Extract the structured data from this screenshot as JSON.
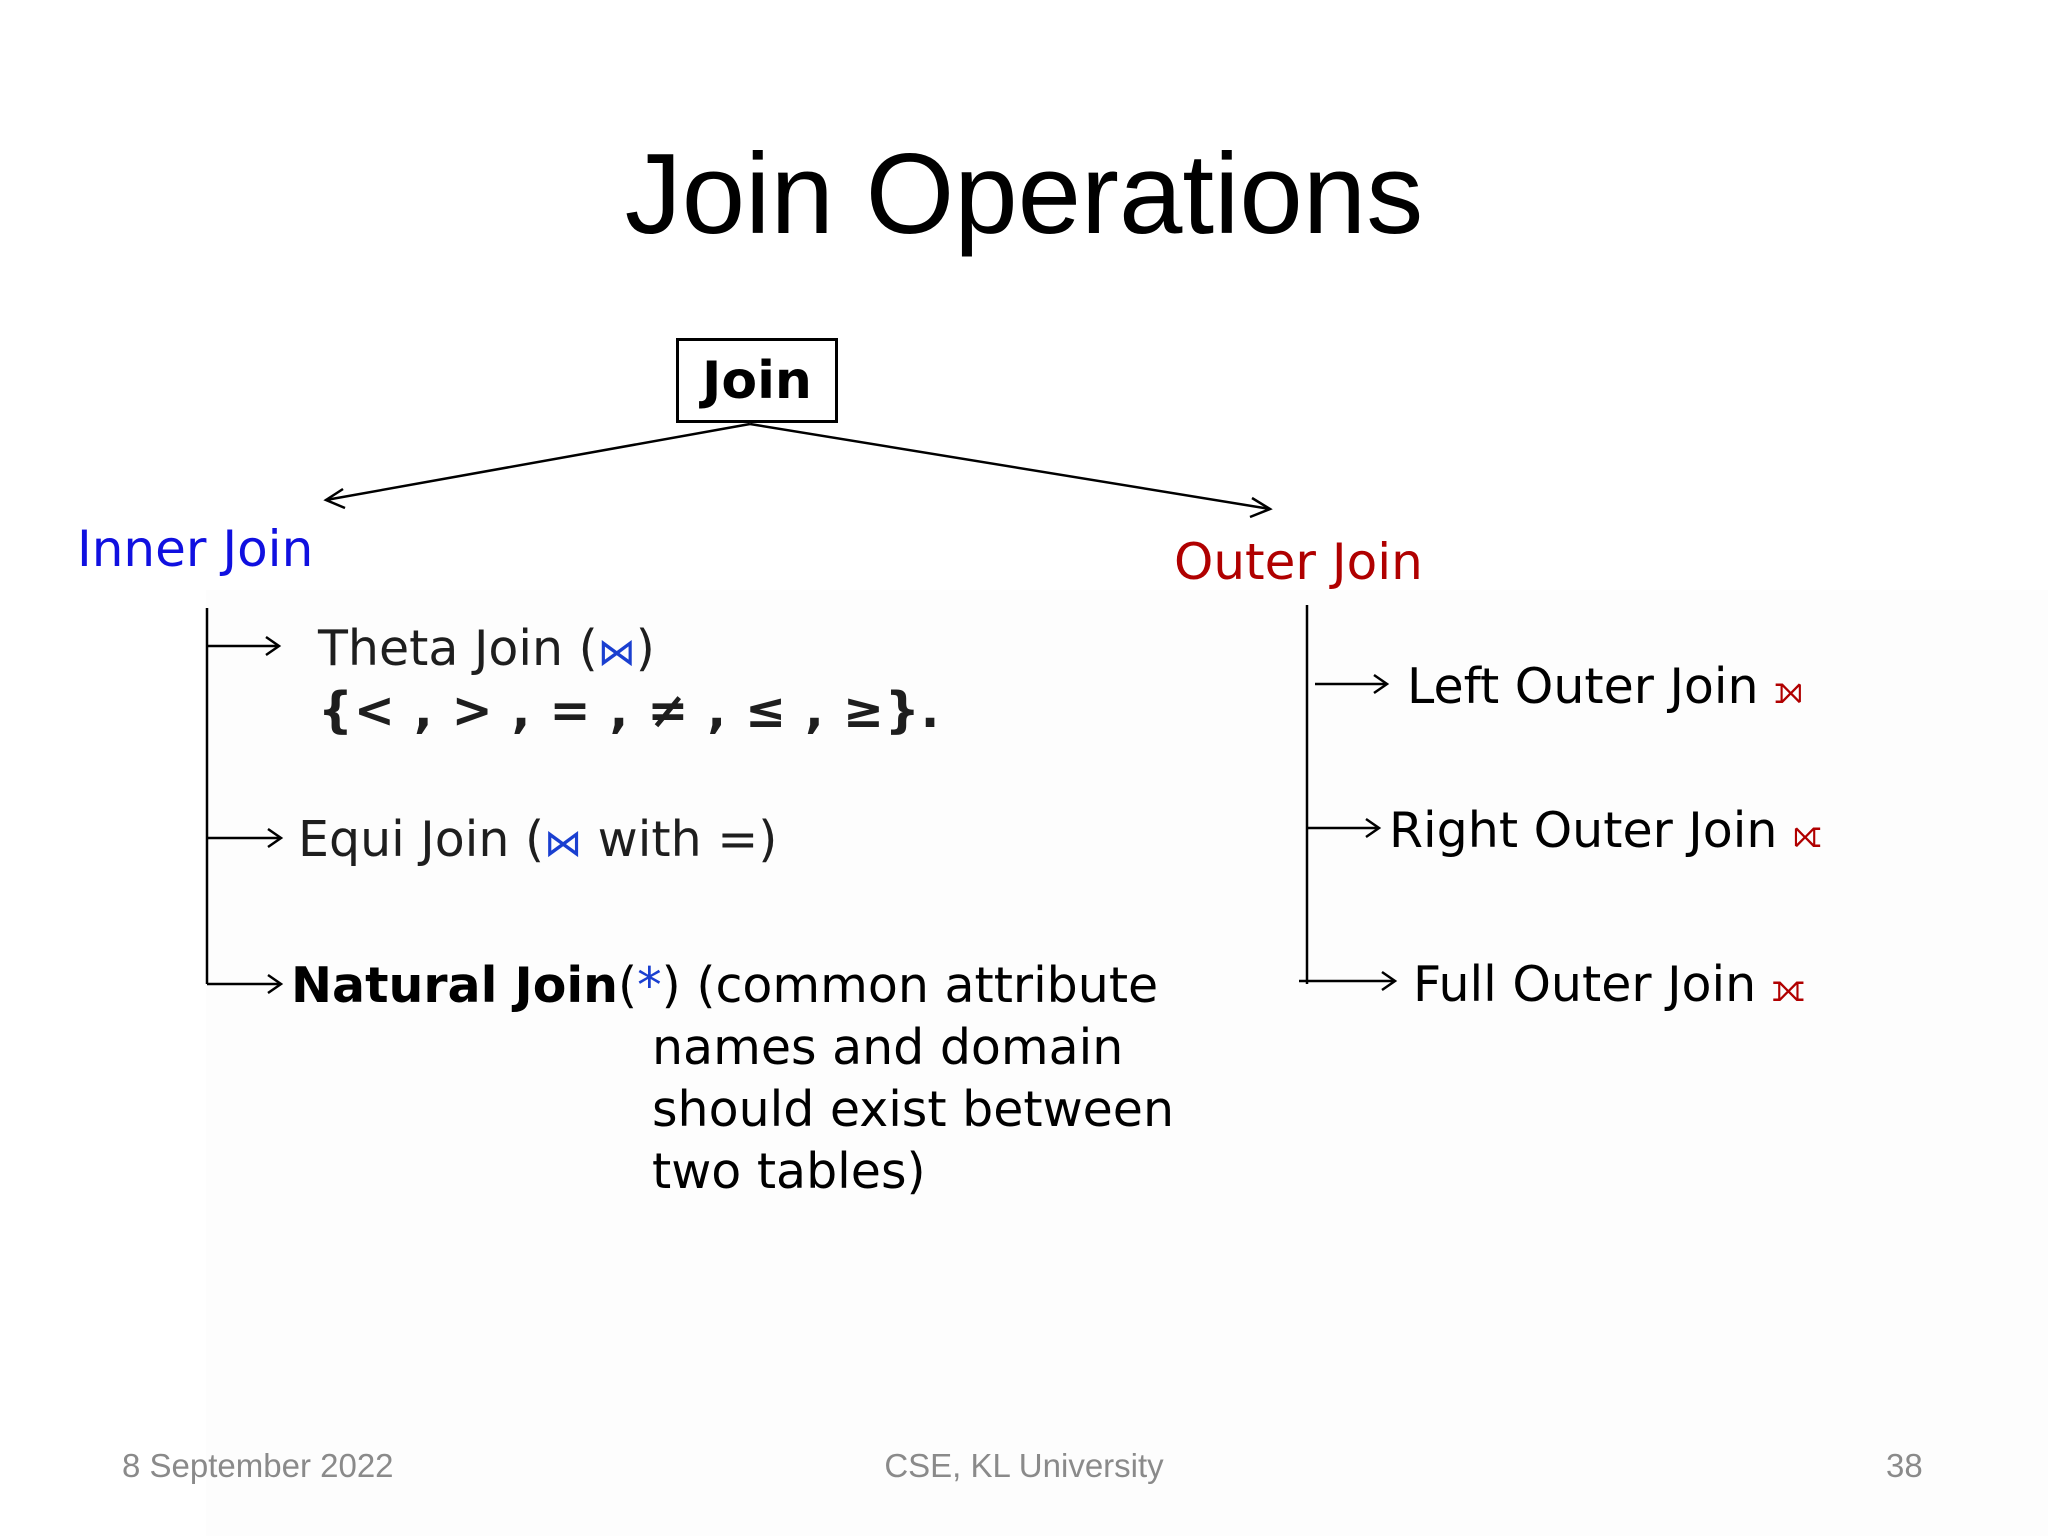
{
  "slide": {
    "title": "Join Operations",
    "root": "Join",
    "inner": {
      "label": "Inner Join",
      "theta_label": "Theta Join (",
      "theta_symbol": "⋈",
      "theta_close": ")",
      "theta_operators": "{< , > , = , ≠ , ≤ ,  ≥}.",
      "equi_label": "Equi Join (",
      "equi_symbol": "⋈",
      "equi_rest": "  with =)",
      "natural_label": "Natural Join",
      "natural_open": "(",
      "natural_symbol": "*",
      "natural_rest": ") (common attribute",
      "natural_desc": [
        "names and domain",
        "should exist between",
        "two tables)"
      ]
    },
    "outer": {
      "label": "Outer Join",
      "left_label": "Left Outer Join",
      "left_symbol": "⟕",
      "right_label": "Right Outer Join",
      "right_symbol": "⟖",
      "full_label": "Full Outer Join",
      "full_symbol": "⟗"
    },
    "footer": {
      "date": "8 September 2022",
      "center": "CSE, KL University",
      "page": "38"
    }
  },
  "colors": {
    "inner": "#1010e0",
    "outer": "#b00000",
    "symbol_blue": "#1a3fd0",
    "footer": "#8a8a8a"
  },
  "icons": [
    "bowtie-join-icon",
    "left-outer-join-icon",
    "right-outer-join-icon",
    "full-outer-join-icon"
  ]
}
